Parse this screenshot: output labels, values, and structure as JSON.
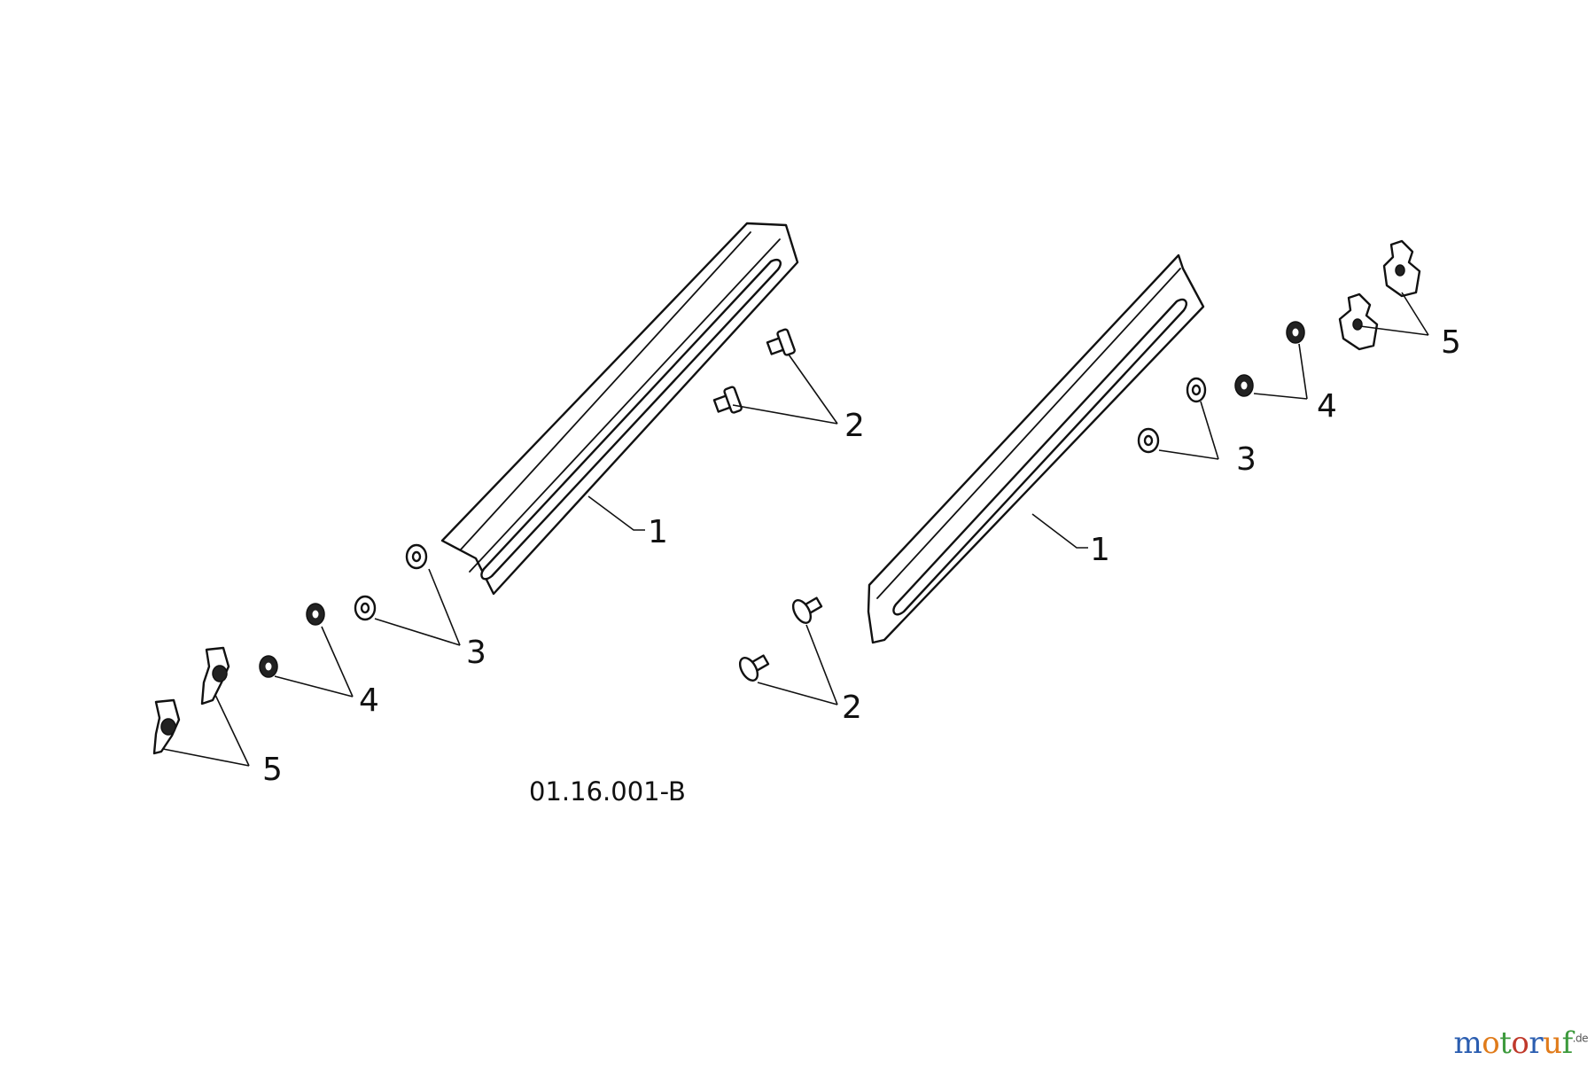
{
  "diagram": {
    "drawing_code": "01.16.001-B",
    "callouts": {
      "left": [
        "1",
        "2",
        "3",
        "4",
        "5"
      ],
      "right": [
        "1",
        "2",
        "3",
        "4",
        "5"
      ]
    }
  },
  "watermark": {
    "text": "motoruf",
    "suffix": ".de",
    "colors": [
      "#2a5db0",
      "#e07b1a",
      "#3d9a3d",
      "#c0392b"
    ]
  }
}
